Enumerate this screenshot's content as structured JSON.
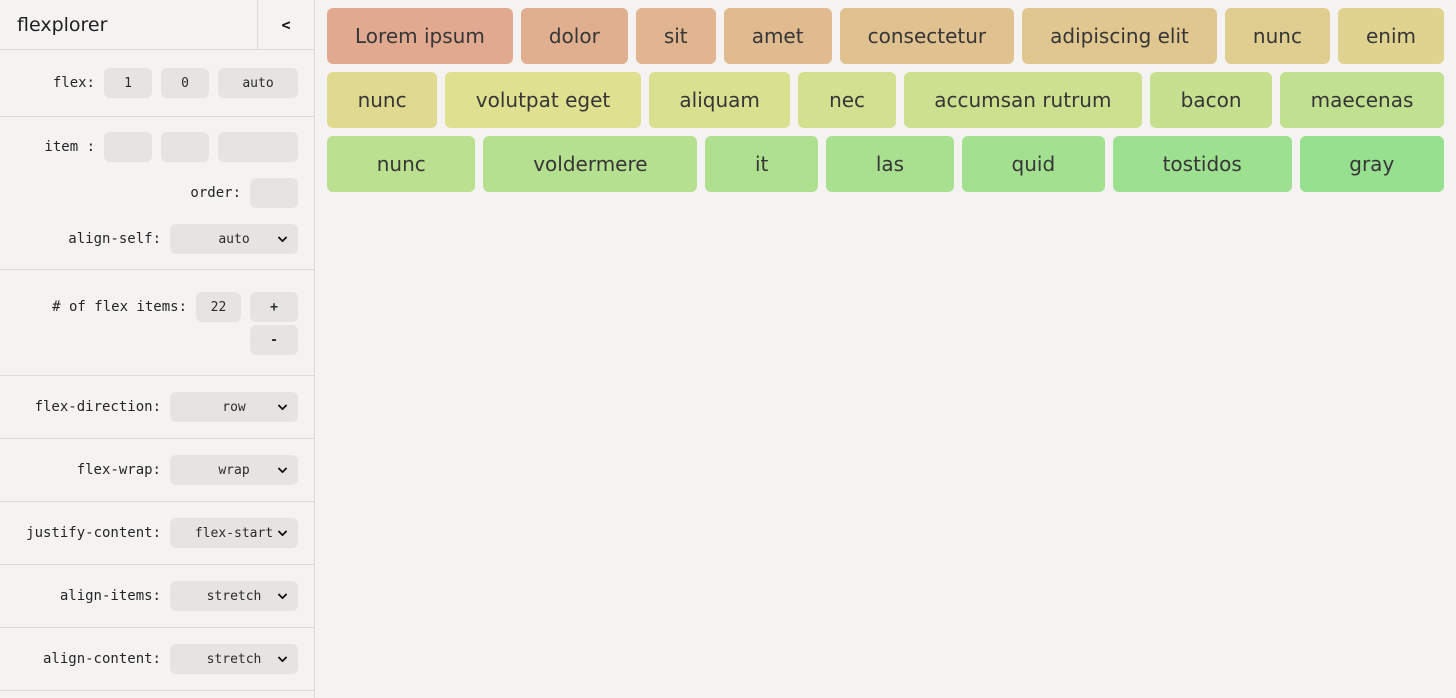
{
  "app": {
    "title": "flexplorer",
    "collapse_icon": "<"
  },
  "sidebar": {
    "flex": {
      "label": "flex:",
      "grow": "1",
      "shrink": "0",
      "basis": "auto"
    },
    "item": {
      "label": "item :",
      "grow": "",
      "shrink": "",
      "basis": ""
    },
    "order": {
      "label": "order:",
      "value": ""
    },
    "align_self": {
      "label": "align-self:",
      "value": "auto"
    },
    "num_items": {
      "label": "# of flex items:",
      "value": "22",
      "increment_label": "+",
      "decrement_label": "-"
    },
    "flex_direction": {
      "label": "flex-direction:",
      "value": "row"
    },
    "flex_wrap": {
      "label": "flex-wrap:",
      "value": "wrap"
    },
    "justify_content": {
      "label": "justify-content:",
      "value": "flex-start"
    },
    "align_items": {
      "label": "align-items:",
      "value": "stretch"
    },
    "align_content": {
      "label": "align-content:",
      "value": "stretch"
    }
  },
  "flex_items": [
    {
      "label": "Lorem ipsum",
      "color": "#e0a990",
      "row": 1
    },
    {
      "label": "dolor",
      "color": "#e0af90",
      "row": 1
    },
    {
      "label": "sit",
      "color": "#e0b590",
      "row": 1
    },
    {
      "label": "amet",
      "color": "#e0bb90",
      "row": 1
    },
    {
      "label": "consectetur",
      "color": "#e0c190",
      "row": 1
    },
    {
      "label": "adipiscing elit",
      "color": "#e0c790",
      "row": 1
    },
    {
      "label": "nunc",
      "color": "#e0cd90",
      "row": 1
    },
    {
      "label": "enim",
      "color": "#e0d390",
      "row": 1
    },
    {
      "label": "nunc",
      "color": "#e0d990",
      "row": 2
    },
    {
      "label": "volutpat eget",
      "color": "#dfe090",
      "row": 2
    },
    {
      "label": "aliquam",
      "color": "#d9e090",
      "row": 2
    },
    {
      "label": "nec",
      "color": "#d3e090",
      "row": 2
    },
    {
      "label": "accumsan rutrum",
      "color": "#cde090",
      "row": 2
    },
    {
      "label": "bacon",
      "color": "#c7e090",
      "row": 2
    },
    {
      "label": "maecenas",
      "color": "#c1e090",
      "row": 2
    },
    {
      "label": "nunc",
      "color": "#bbe090",
      "row": 3
    },
    {
      "label": "voldermere",
      "color": "#b5e090",
      "row": 3
    },
    {
      "label": "it",
      "color": "#afe090",
      "row": 3
    },
    {
      "label": "las",
      "color": "#a9e090",
      "row": 3
    },
    {
      "label": "quid",
      "color": "#a3e090",
      "row": 3
    },
    {
      "label": "tostidos",
      "color": "#9de090",
      "row": 3
    },
    {
      "label": "gray",
      "color": "#97e090",
      "row": 3
    }
  ],
  "colors": {
    "background": "#f4f3f1",
    "divider": "#dcdbd9",
    "control_background": "#e6e4e2",
    "item_text": "#363636"
  }
}
